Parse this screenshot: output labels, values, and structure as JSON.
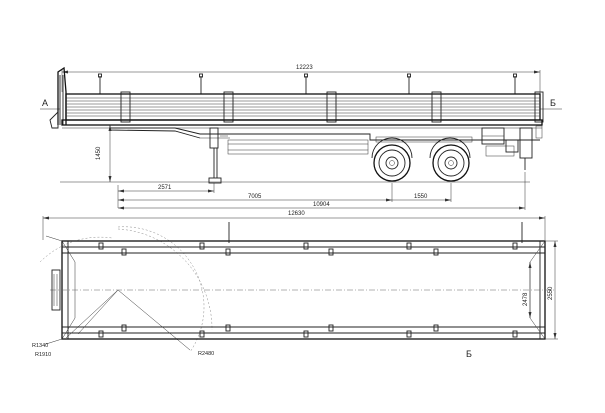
{
  "side_view": {
    "section_left": "А",
    "section_right": "Б",
    "dims": {
      "overall_length": "12223",
      "height": "1450",
      "d1": "2571",
      "d2": "7005",
      "d3": "1550",
      "d4": "10904"
    }
  },
  "top_view": {
    "section_bottom": "Б",
    "dims": {
      "overall_length": "12630",
      "inner_width": "2478",
      "outer_width": "2550",
      "r1": "R1340",
      "r2": "R1910",
      "r3": "R2480"
    }
  }
}
